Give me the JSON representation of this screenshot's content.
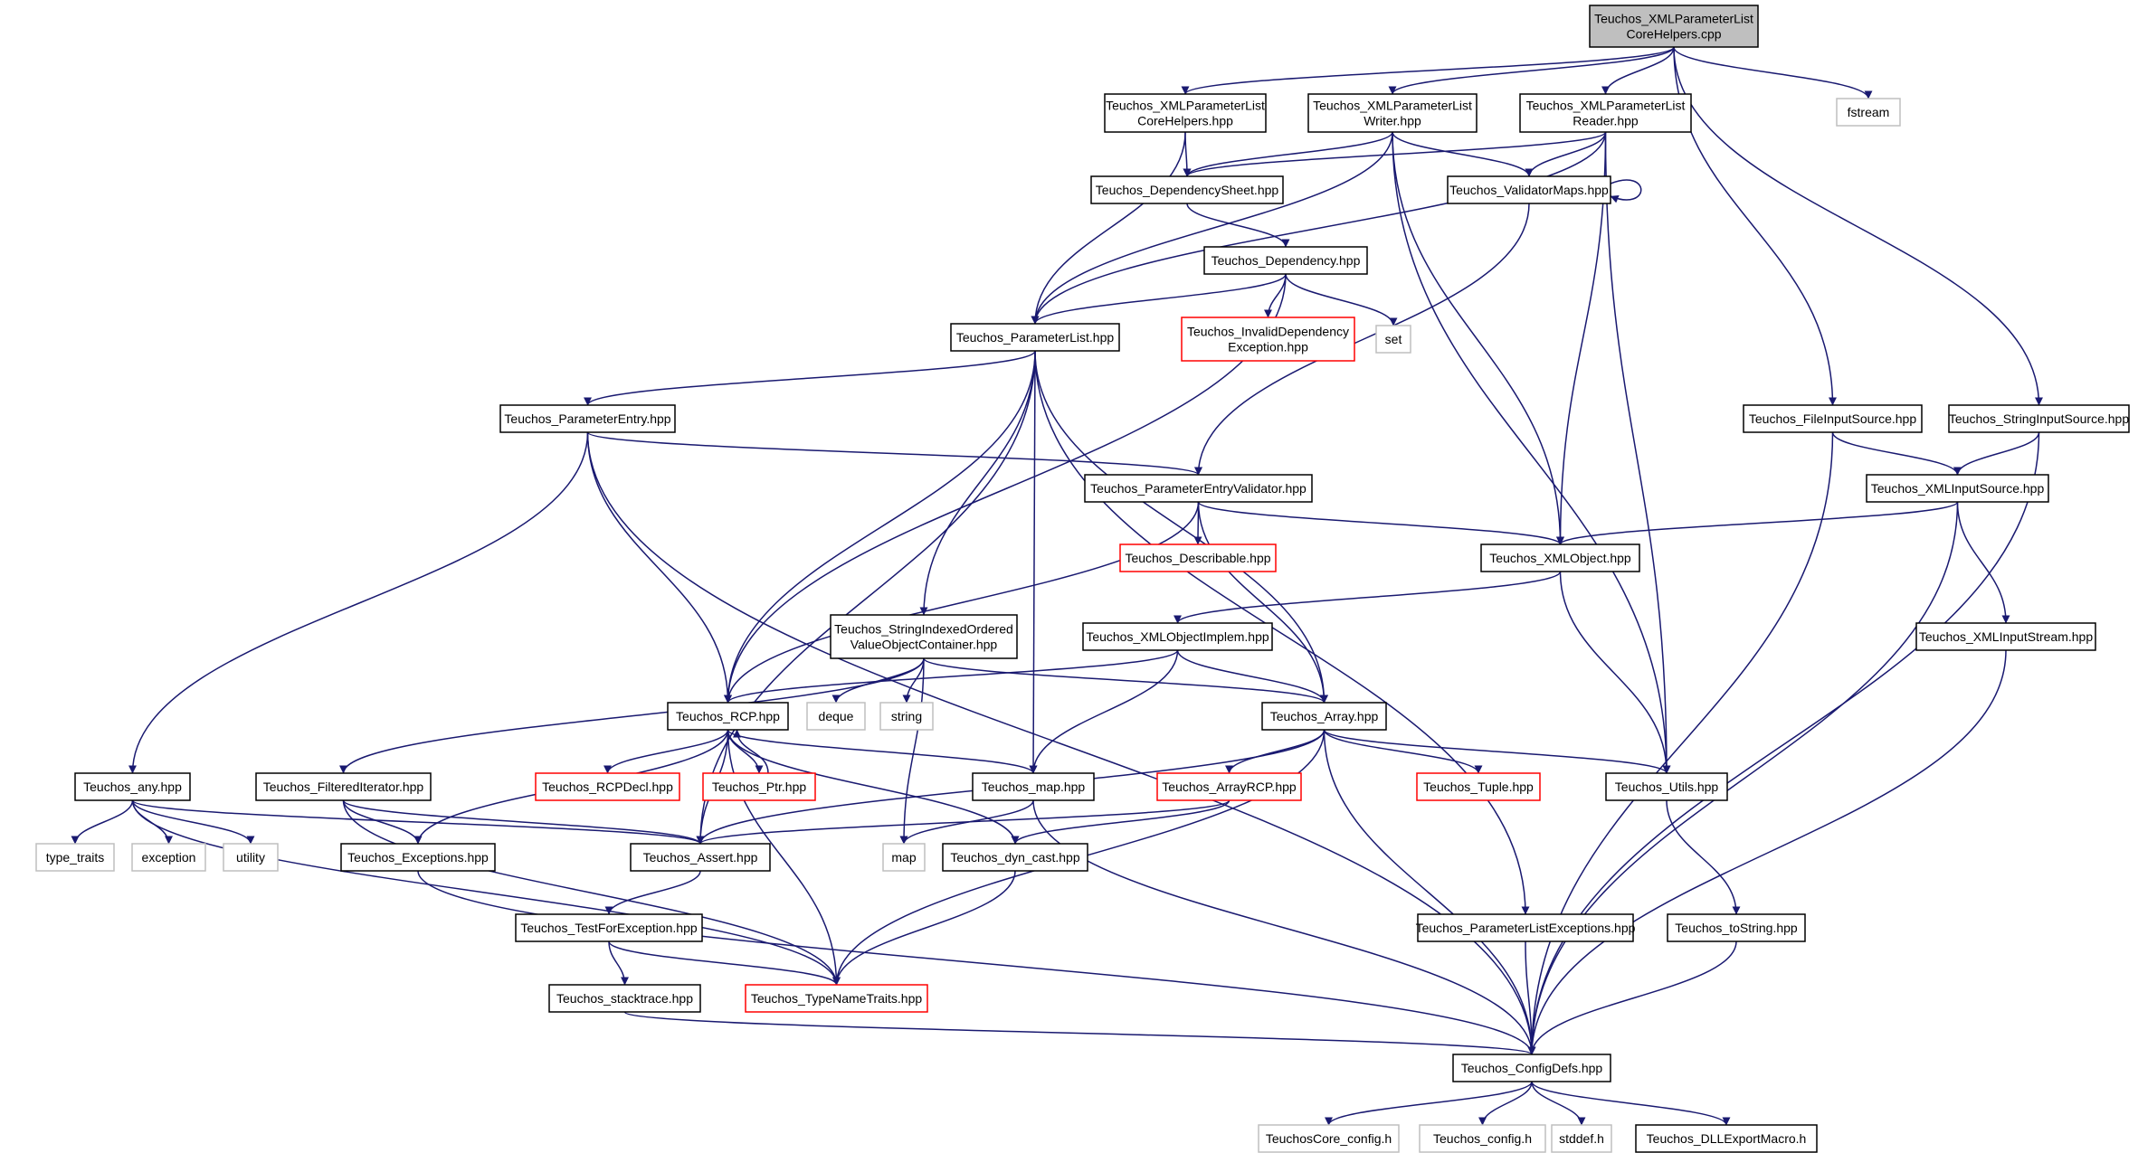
{
  "diagram": {
    "colors": {
      "edge": "#191970",
      "root_fill": "#bfbfbf",
      "border": "#000000",
      "external_border": "#ff0000",
      "system_border": "#bfbfbf"
    },
    "nodes": [
      {
        "id": "root",
        "label": [
          "Teuchos_XMLParameterList",
          "CoreHelpers.cpp"
        ],
        "kind": "root"
      },
      {
        "id": "corehelpers_hpp",
        "label": [
          "Teuchos_XMLParameterList",
          "CoreHelpers.hpp"
        ],
        "kind": "normal"
      },
      {
        "id": "writer_hpp",
        "label": [
          "Teuchos_XMLParameterList",
          "Writer.hpp"
        ],
        "kind": "normal"
      },
      {
        "id": "reader_hpp",
        "label": [
          "Teuchos_XMLParameterList",
          "Reader.hpp"
        ],
        "kind": "normal"
      },
      {
        "id": "fstream",
        "label": [
          "fstream"
        ],
        "kind": "gray"
      },
      {
        "id": "depsheet",
        "label": [
          "Teuchos_DependencySheet.hpp"
        ],
        "kind": "normal"
      },
      {
        "id": "validatormaps",
        "label": [
          "Teuchos_ValidatorMaps.hpp"
        ],
        "kind": "normal"
      },
      {
        "id": "dependency",
        "label": [
          "Teuchos_Dependency.hpp"
        ],
        "kind": "normal"
      },
      {
        "id": "invaliddep",
        "label": [
          "Teuchos_InvalidDependency",
          "Exception.hpp"
        ],
        "kind": "red"
      },
      {
        "id": "set",
        "label": [
          "set"
        ],
        "kind": "gray"
      },
      {
        "id": "paramlist",
        "label": [
          "Teuchos_ParameterList.hpp"
        ],
        "kind": "normal"
      },
      {
        "id": "fileinput",
        "label": [
          "Teuchos_FileInputSource.hpp"
        ],
        "kind": "normal"
      },
      {
        "id": "stringinput",
        "label": [
          "Teuchos_StringInputSource.hpp"
        ],
        "kind": "normal"
      },
      {
        "id": "paramentry",
        "label": [
          "Teuchos_ParameterEntry.hpp"
        ],
        "kind": "normal"
      },
      {
        "id": "pev",
        "label": [
          "Teuchos_ParameterEntryValidator.hpp"
        ],
        "kind": "normal"
      },
      {
        "id": "xmlinputsource",
        "label": [
          "Teuchos_XMLInputSource.hpp"
        ],
        "kind": "normal"
      },
      {
        "id": "describable",
        "label": [
          "Teuchos_Describable.hpp"
        ],
        "kind": "red"
      },
      {
        "id": "xmlobject",
        "label": [
          "Teuchos_XMLObject.hpp"
        ],
        "kind": "normal"
      },
      {
        "id": "sioc",
        "label": [
          "Teuchos_StringIndexedOrdered",
          "ValueObjectContainer.hpp"
        ],
        "kind": "normal"
      },
      {
        "id": "xmlobjimpl",
        "label": [
          "Teuchos_XMLObjectImplem.hpp"
        ],
        "kind": "normal"
      },
      {
        "id": "xmlinputstream",
        "label": [
          "Teuchos_XMLInputStream.hpp"
        ],
        "kind": "normal"
      },
      {
        "id": "rcp",
        "label": [
          "Teuchos_RCP.hpp"
        ],
        "kind": "normal"
      },
      {
        "id": "deque",
        "label": [
          "deque"
        ],
        "kind": "gray"
      },
      {
        "id": "string",
        "label": [
          "string"
        ],
        "kind": "gray"
      },
      {
        "id": "array",
        "label": [
          "Teuchos_Array.hpp"
        ],
        "kind": "normal"
      },
      {
        "id": "any",
        "label": [
          "Teuchos_any.hpp"
        ],
        "kind": "normal"
      },
      {
        "id": "filtered",
        "label": [
          "Teuchos_FilteredIterator.hpp"
        ],
        "kind": "normal"
      },
      {
        "id": "rcpdecl",
        "label": [
          "Teuchos_RCPDecl.hpp"
        ],
        "kind": "red"
      },
      {
        "id": "ptr",
        "label": [
          "Teuchos_Ptr.hpp"
        ],
        "kind": "red"
      },
      {
        "id": "map_hpp",
        "label": [
          "Teuchos_map.hpp"
        ],
        "kind": "normal"
      },
      {
        "id": "arrayrcp",
        "label": [
          "Teuchos_ArrayRCP.hpp"
        ],
        "kind": "red"
      },
      {
        "id": "tuple",
        "label": [
          "Teuchos_Tuple.hpp"
        ],
        "kind": "red"
      },
      {
        "id": "utils",
        "label": [
          "Teuchos_Utils.hpp"
        ],
        "kind": "normal"
      },
      {
        "id": "type_traits",
        "label": [
          "type_traits"
        ],
        "kind": "gray"
      },
      {
        "id": "exception",
        "label": [
          "exception"
        ],
        "kind": "gray"
      },
      {
        "id": "utility",
        "label": [
          "utility"
        ],
        "kind": "gray"
      },
      {
        "id": "exceptions",
        "label": [
          "Teuchos_Exceptions.hpp"
        ],
        "kind": "normal"
      },
      {
        "id": "assert",
        "label": [
          "Teuchos_Assert.hpp"
        ],
        "kind": "normal"
      },
      {
        "id": "map",
        "label": [
          "map"
        ],
        "kind": "gray"
      },
      {
        "id": "dyncast",
        "label": [
          "Teuchos_dyn_cast.hpp"
        ],
        "kind": "normal"
      },
      {
        "id": "testforexc",
        "label": [
          "Teuchos_TestForException.hpp"
        ],
        "kind": "normal"
      },
      {
        "id": "plexc",
        "label": [
          "Teuchos_ParameterListExceptions.hpp"
        ],
        "kind": "normal"
      },
      {
        "id": "tostring",
        "label": [
          "Teuchos_toString.hpp"
        ],
        "kind": "normal"
      },
      {
        "id": "stacktrace",
        "label": [
          "Teuchos_stacktrace.hpp"
        ],
        "kind": "normal"
      },
      {
        "id": "typenametraits",
        "label": [
          "Teuchos_TypeNameTraits.hpp"
        ],
        "kind": "red"
      },
      {
        "id": "configdefs",
        "label": [
          "Teuchos_ConfigDefs.hpp"
        ],
        "kind": "normal"
      },
      {
        "id": "coreconfig",
        "label": [
          "TeuchosCore_config.h"
        ],
        "kind": "gray"
      },
      {
        "id": "config",
        "label": [
          "Teuchos_config.h"
        ],
        "kind": "gray"
      },
      {
        "id": "stddef",
        "label": [
          "stddef.h"
        ],
        "kind": "gray"
      },
      {
        "id": "dllexport",
        "label": [
          "Teuchos_DLLExportMacro.h"
        ],
        "kind": "normal"
      }
    ],
    "edges": [
      [
        "root",
        "corehelpers_hpp"
      ],
      [
        "root",
        "writer_hpp"
      ],
      [
        "root",
        "reader_hpp"
      ],
      [
        "root",
        "fstream"
      ],
      [
        "root",
        "fileinput"
      ],
      [
        "root",
        "stringinput"
      ],
      [
        "corehelpers_hpp",
        "depsheet"
      ],
      [
        "corehelpers_hpp",
        "paramlist"
      ],
      [
        "writer_hpp",
        "depsheet"
      ],
      [
        "writer_hpp",
        "validatormaps"
      ],
      [
        "writer_hpp",
        "paramlist"
      ],
      [
        "writer_hpp",
        "xmlobject"
      ],
      [
        "writer_hpp",
        "utils"
      ],
      [
        "reader_hpp",
        "depsheet"
      ],
      [
        "reader_hpp",
        "validatormaps"
      ],
      [
        "reader_hpp",
        "paramlist"
      ],
      [
        "reader_hpp",
        "xmlobject"
      ],
      [
        "reader_hpp",
        "utils"
      ],
      [
        "depsheet",
        "dependency"
      ],
      [
        "validatormaps",
        "validatormaps"
      ],
      [
        "validatormaps",
        "pev"
      ],
      [
        "dependency",
        "paramlist"
      ],
      [
        "dependency",
        "invaliddep"
      ],
      [
        "dependency",
        "set"
      ],
      [
        "dependency",
        "rcp"
      ],
      [
        "paramlist",
        "paramentry"
      ],
      [
        "paramlist",
        "rcp"
      ],
      [
        "paramlist",
        "sioc"
      ],
      [
        "paramlist",
        "map_hpp"
      ],
      [
        "paramlist",
        "array"
      ],
      [
        "paramlist",
        "assert"
      ],
      [
        "paramlist",
        "plexc"
      ],
      [
        "fileinput",
        "xmlinputsource"
      ],
      [
        "fileinput",
        "configdefs"
      ],
      [
        "stringinput",
        "xmlinputsource"
      ],
      [
        "stringinput",
        "configdefs"
      ],
      [
        "paramentry",
        "pev"
      ],
      [
        "paramentry",
        "any"
      ],
      [
        "paramentry",
        "rcp"
      ],
      [
        "paramentry",
        "configdefs"
      ],
      [
        "pev",
        "describable"
      ],
      [
        "pev",
        "xmlobject"
      ],
      [
        "pev",
        "rcp"
      ],
      [
        "pev",
        "array"
      ],
      [
        "xmlinputsource",
        "xmlobject"
      ],
      [
        "xmlinputsource",
        "xmlinputstream"
      ],
      [
        "xmlinputsource",
        "configdefs"
      ],
      [
        "xmlobject",
        "xmlobjimpl"
      ],
      [
        "xmlobject",
        "utils"
      ],
      [
        "sioc",
        "deque"
      ],
      [
        "sioc",
        "string"
      ],
      [
        "sioc",
        "map"
      ],
      [
        "sioc",
        "array"
      ],
      [
        "sioc",
        "filtered"
      ],
      [
        "xmlobjimpl",
        "rcp"
      ],
      [
        "xmlobjimpl",
        "array"
      ],
      [
        "xmlobjimpl",
        "map_hpp"
      ],
      [
        "xmlinputstream",
        "configdefs"
      ],
      [
        "rcp",
        "rcpdecl"
      ],
      [
        "rcp",
        "ptr"
      ],
      [
        "rcp",
        "map_hpp"
      ],
      [
        "rcp",
        "assert"
      ],
      [
        "rcp",
        "exceptions"
      ],
      [
        "rcp",
        "dyncast"
      ],
      [
        "rcp",
        "typenametraits"
      ],
      [
        "ptr",
        "rcp"
      ],
      [
        "array",
        "arrayrcp"
      ],
      [
        "array",
        "tuple"
      ],
      [
        "array",
        "utils"
      ],
      [
        "array",
        "assert"
      ],
      [
        "array",
        "typenametraits"
      ],
      [
        "array",
        "configdefs"
      ],
      [
        "any",
        "type_traits"
      ],
      [
        "any",
        "exception"
      ],
      [
        "any",
        "utility"
      ],
      [
        "any",
        "assert"
      ],
      [
        "any",
        "typenametraits"
      ],
      [
        "filtered",
        "exceptions"
      ],
      [
        "filtered",
        "assert"
      ],
      [
        "filtered",
        "typenametraits"
      ],
      [
        "map_hpp",
        "map"
      ],
      [
        "map_hpp",
        "configdefs"
      ],
      [
        "arrayrcp",
        "assert"
      ],
      [
        "arrayrcp",
        "dyncast"
      ],
      [
        "utils",
        "tostring"
      ],
      [
        "exceptions",
        "configdefs"
      ],
      [
        "assert",
        "testforexc"
      ],
      [
        "dyncast",
        "typenametraits"
      ],
      [
        "testforexc",
        "stacktrace"
      ],
      [
        "testforexc",
        "typenametraits"
      ],
      [
        "plexc",
        "configdefs"
      ],
      [
        "tostring",
        "configdefs"
      ],
      [
        "stacktrace",
        "configdefs"
      ],
      [
        "configdefs",
        "coreconfig"
      ],
      [
        "configdefs",
        "config"
      ],
      [
        "configdefs",
        "stddef"
      ],
      [
        "configdefs",
        "dllexport"
      ]
    ]
  }
}
